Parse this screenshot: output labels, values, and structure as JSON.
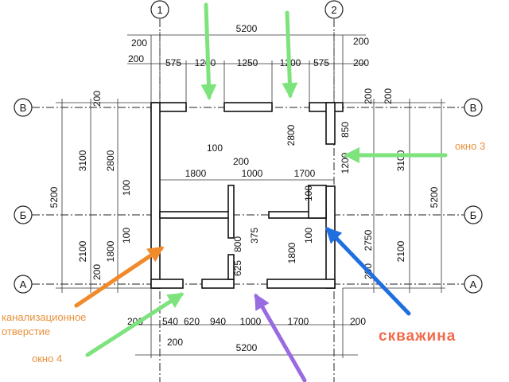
{
  "axes": {
    "col1": "1",
    "col2": "2",
    "rowA": "А",
    "rowB": "Б",
    "rowV": "В"
  },
  "dims": {
    "top_total": "5200",
    "top_200_upper_left": "200",
    "top_200_upper_right": "200",
    "top_200_lower_left": "200",
    "top_200_lower_right": "200",
    "top_575_left": "575",
    "top_1200_left": "1200",
    "top_1250": "1250",
    "top_1200_right": "1200",
    "top_575_right": "575",
    "mid_100": "100",
    "mid_200": "200",
    "mid_1800": "1800",
    "mid_1000": "1000",
    "mid_1700": "1700",
    "bot_200_left": "200",
    "bot_540": "540",
    "bot_620": "620",
    "bot_940": "940",
    "bot_1000": "1000",
    "bot_1700": "1700",
    "bot_200_right": "200",
    "bot_200_under": "200",
    "bot_total": "5200",
    "left_5200": "5200",
    "left_3100": "3100",
    "left_2100": "2100",
    "left_200_top": "200",
    "left_2800": "2800",
    "left_100_a": "100",
    "left_100_b": "100",
    "left_1800": "1800",
    "left_200_bot": "200",
    "right_200_top": "200",
    "right_2800": "2800",
    "right_850": "850",
    "right_1200": "1200",
    "right_3100": "3100",
    "right_5200": "5200",
    "right_2750": "2750",
    "right_2100": "2100",
    "right_200_bot": "200",
    "right_200_outer": "200",
    "right_100": "100",
    "right_100_b": "100",
    "center_800": "800",
    "center_375": "375",
    "center_625": "625",
    "center_1800": "1800"
  },
  "labels": {
    "okno3": "окно 3",
    "okno4": "окно 4",
    "kanal_line1": "канализационное",
    "kanal_line2": "отверстие",
    "skvazhina": "скважина"
  },
  "colors": {
    "green": "#7de37d",
    "orange": "#f08a2a",
    "blue": "#1f6fe0",
    "purple": "#9a6be0",
    "label_orange": "#e8913a",
    "label_red": "#f26a4a"
  }
}
